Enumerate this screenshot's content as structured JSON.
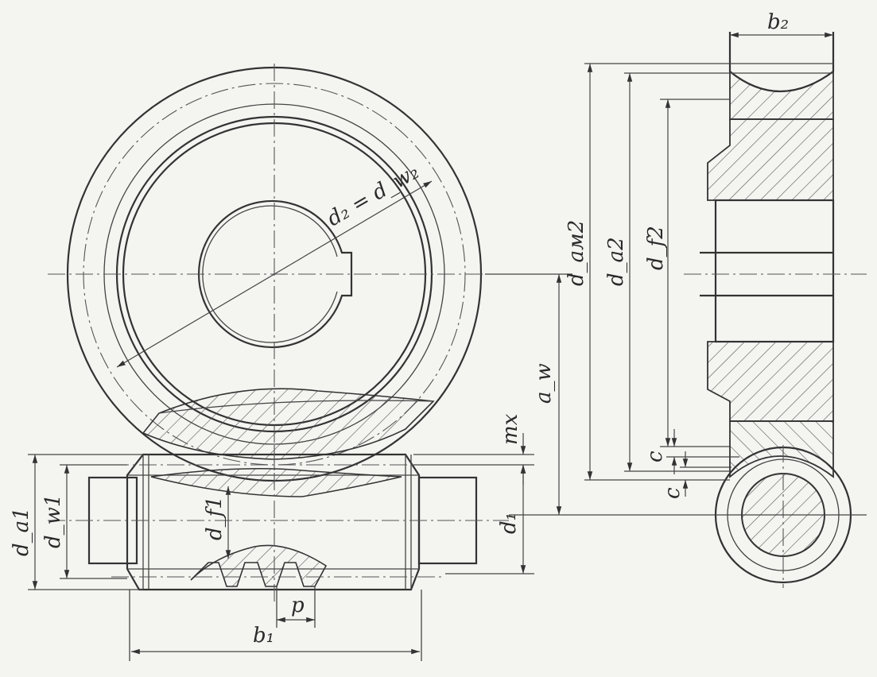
{
  "labels": {
    "d2_dw2": "d₂ = d_w₂",
    "dam2": "d_aм2",
    "da2": "d_a2",
    "df2": "d_f2",
    "aw": "a_w",
    "mx": "mx",
    "c1": "c",
    "c2": "c",
    "b2": "b₂",
    "da1": "d_a1",
    "dw1": "d_w1",
    "df1": "d_f1",
    "d1": "d₁",
    "p": "p",
    "b1": "b₁"
  },
  "colors": {
    "ink": "#333333",
    "paper": "#f4f4f1"
  }
}
